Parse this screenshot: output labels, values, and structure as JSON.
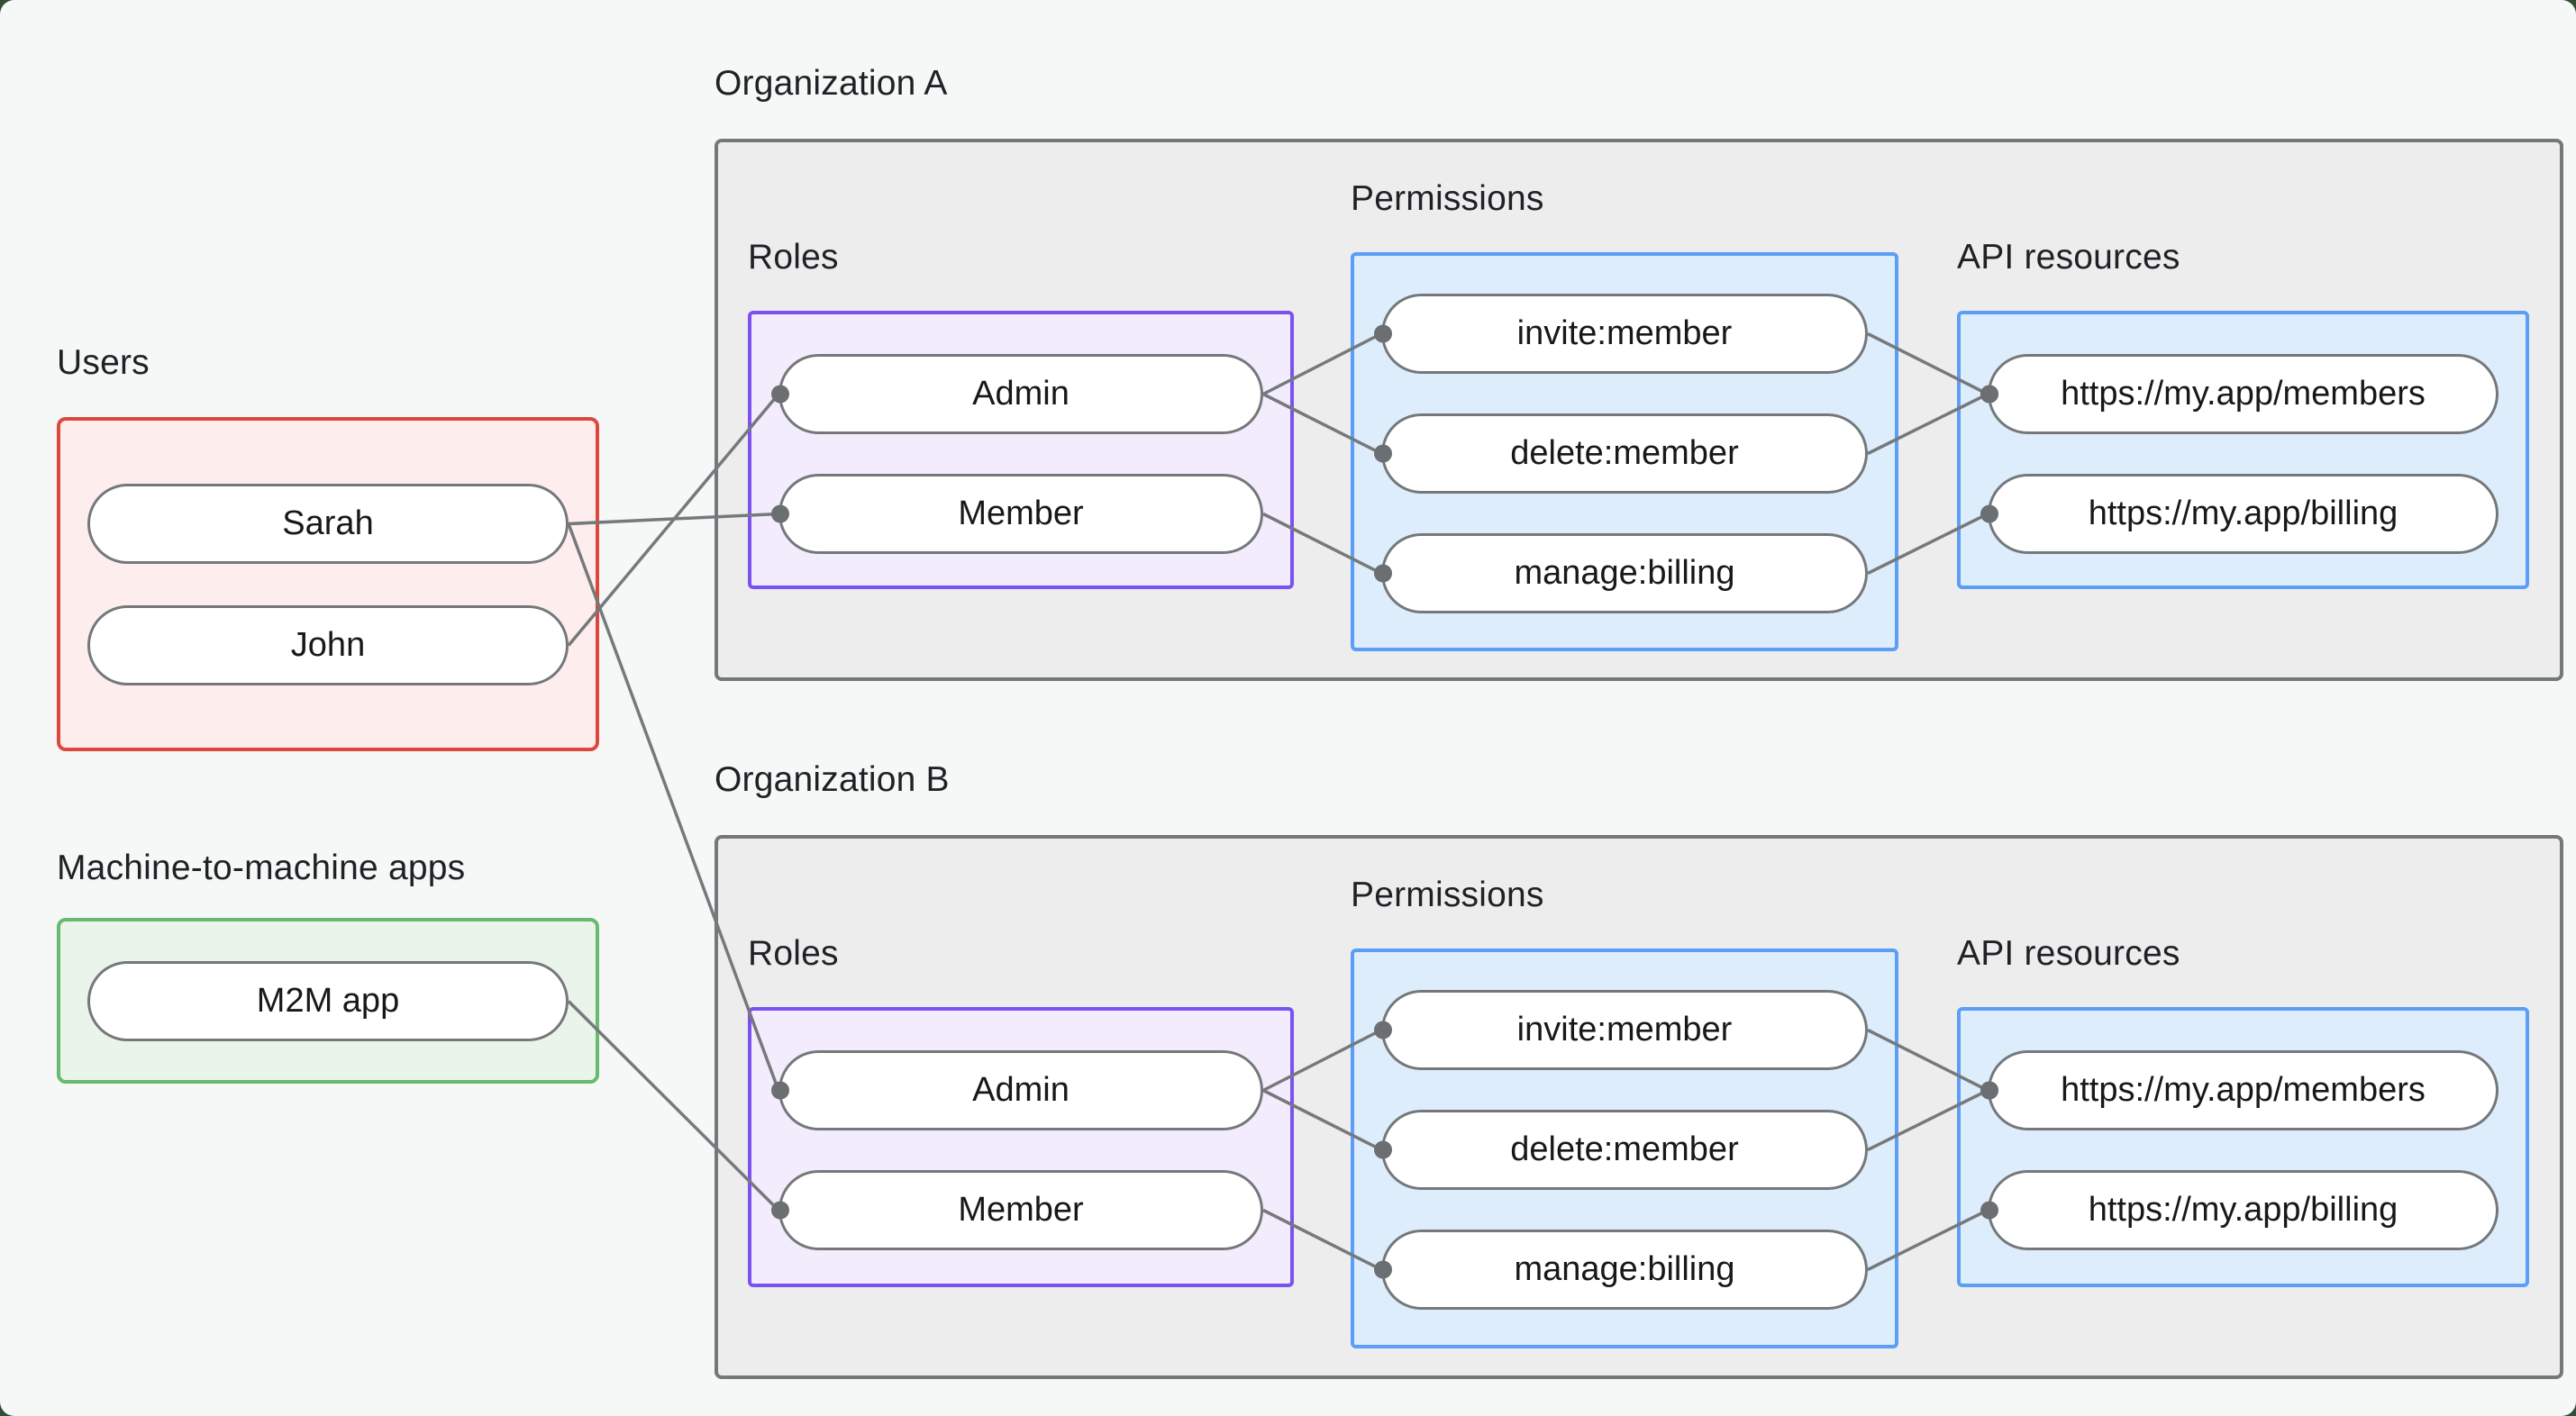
{
  "users_group": {
    "label": "Users",
    "items": [
      {
        "id": "sarah",
        "label": "Sarah"
      },
      {
        "id": "john",
        "label": "John"
      }
    ]
  },
  "m2m_group": {
    "label": "Machine-to-machine apps",
    "items": [
      {
        "id": "m2m",
        "label": "M2M app"
      }
    ]
  },
  "orgs": [
    {
      "label": "Organization A",
      "roles": {
        "label": "Roles",
        "items": [
          {
            "id": "orgA-admin",
            "label": "Admin"
          },
          {
            "id": "orgA-member",
            "label": "Member"
          }
        ]
      },
      "permissions": {
        "label": "Permissions",
        "items": [
          {
            "id": "orgA-invite",
            "label": "invite:member"
          },
          {
            "id": "orgA-delete",
            "label": "delete:member"
          },
          {
            "id": "orgA-manage",
            "label": "manage:billing"
          }
        ]
      },
      "api_resources": {
        "label": "API resources",
        "items": [
          {
            "id": "orgA-members",
            "label": "https://my.app/members"
          },
          {
            "id": "orgA-billing",
            "label": "https://my.app/billing"
          }
        ]
      }
    },
    {
      "label": "Organization B",
      "roles": {
        "label": "Roles",
        "items": [
          {
            "id": "orgB-admin",
            "label": "Admin"
          },
          {
            "id": "orgB-member",
            "label": "Member"
          }
        ]
      },
      "permissions": {
        "label": "Permissions",
        "items": [
          {
            "id": "orgB-invite",
            "label": "invite:member"
          },
          {
            "id": "orgB-delete",
            "label": "delete:member"
          },
          {
            "id": "orgB-manage",
            "label": "manage:billing"
          }
        ]
      },
      "api_resources": {
        "label": "API resources",
        "items": [
          {
            "id": "orgB-members",
            "label": "https://my.app/members"
          },
          {
            "id": "orgB-billing",
            "label": "https://my.app/billing"
          }
        ]
      }
    }
  ],
  "edges": [
    {
      "from": "john",
      "to": "orgA-admin"
    },
    {
      "from": "sarah",
      "to": "orgA-member"
    },
    {
      "from": "sarah",
      "to": "orgB-admin"
    },
    {
      "from": "m2m",
      "to": "orgB-member"
    },
    {
      "from": "orgA-admin",
      "to": "orgA-invite"
    },
    {
      "from": "orgA-admin",
      "to": "orgA-delete"
    },
    {
      "from": "orgA-member",
      "to": "orgA-manage"
    },
    {
      "from": "orgA-invite",
      "to": "orgA-members"
    },
    {
      "from": "orgA-delete",
      "to": "orgA-members"
    },
    {
      "from": "orgA-manage",
      "to": "orgA-billing"
    },
    {
      "from": "orgB-admin",
      "to": "orgB-invite"
    },
    {
      "from": "orgB-admin",
      "to": "orgB-delete"
    },
    {
      "from": "orgB-member",
      "to": "orgB-manage"
    },
    {
      "from": "orgB-invite",
      "to": "orgB-members"
    },
    {
      "from": "orgB-delete",
      "to": "orgB-members"
    },
    {
      "from": "orgB-manage",
      "to": "orgB-billing"
    }
  ],
  "colors": {
    "page_background": "#f6f7f7",
    "corner_backdrop": "#2f5037",
    "users_border": "#dc4840",
    "users_fill": "#fdeeed",
    "m2m_border": "#68ba6e",
    "m2m_fill": "#eaf4ea",
    "org_border": "#75787a",
    "org_fill": "#ededee",
    "roles_border": "#7b52f0",
    "roles_fill": "#f2ecfd",
    "blue_border": "#5c9df5",
    "blue_fill": "#deedfb",
    "pill_border": "#74787a",
    "connector": "#76797b"
  }
}
